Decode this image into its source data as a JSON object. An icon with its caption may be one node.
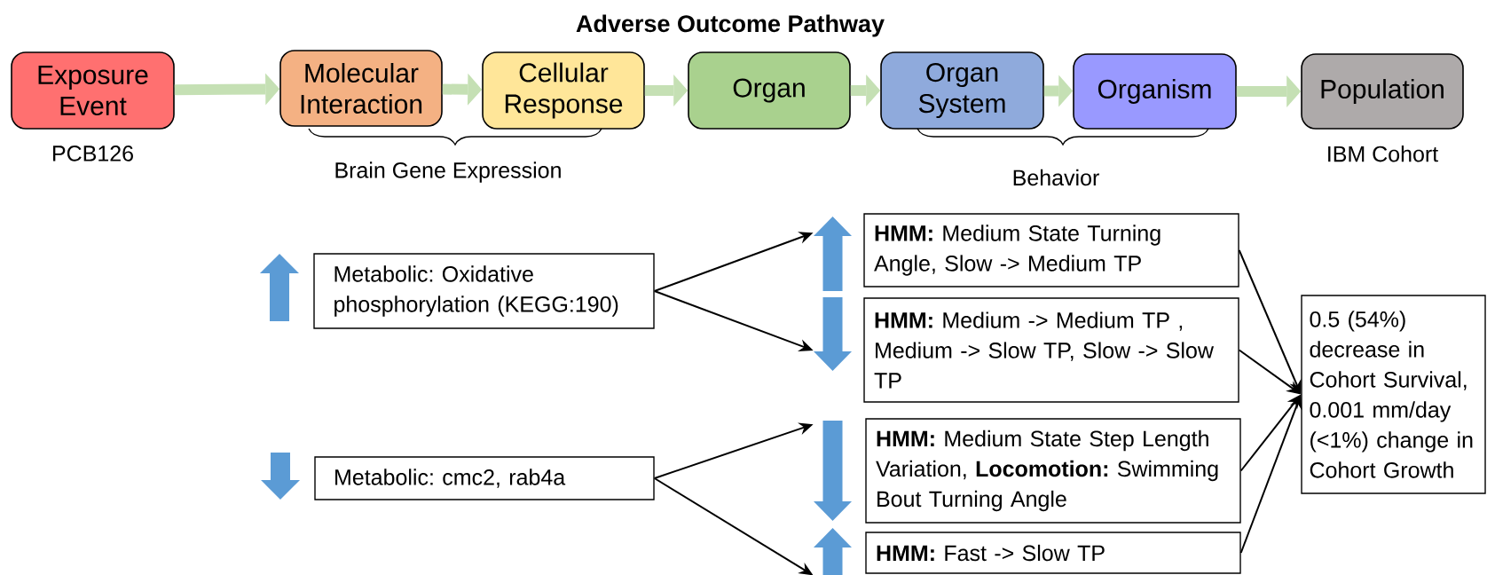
{
  "diagram": {
    "title": "Adverse Outcome Pathway",
    "nodes": [
      {
        "text": [
          "Exposure Event"
        ],
        "beside": [
          "PCB126"
        ]
      },
      {
        "text": [
          "Molecular Interaction"
        ]
      },
      {
        "text": [
          "Cellular Response"
        ]
      },
      {
        "text": [
          "Organ"
        ]
      },
      {
        "text": [
          "Organ System"
        ]
      },
      {
        "text": [
          "Organism"
        ]
      },
      {
        "text": [
          "Population"
        ],
        "beside": [
          "IBM Cohort"
        ]
      },
      {
        "text": [],
        "shape": "arrow"
      },
      {
        "text": [
          "Metabolic: Oxidative phosphorylation (KEGG:190)"
        ]
      },
      {
        "text": [],
        "shape": "arrow"
      },
      {
        "text": [
          "Metabolic: cmc2, rab4a"
        ]
      },
      {
        "text": [],
        "shape": "arrow"
      },
      {
        "text": [
          "**HMM:** Medium State Turning Angle, Slow -> Medium TP"
        ]
      },
      {
        "text": [],
        "shape": "arrow"
      },
      {
        "text": [
          "**HMM:** Medium -> Medium TP , Medium -> Slow TP, Slow -> Slow TP"
        ]
      },
      {
        "text": [],
        "shape": "arrow"
      },
      {
        "text": [
          "**HMM:** Medium State Step Length Variation, **Locomotion:** Swimming Bout Turning Angle"
        ]
      },
      {
        "text": [],
        "shape": "arrow"
      },
      {
        "text": [
          "**HMM:** Fast -> Slow TP"
        ]
      },
      {
        "text": [
          "0.5 (54%) decrease in Cohort Survival, 0.001 mm/day (<1%) change in Cohort Growth"
        ]
      }
    ],
    "edges": [
      {
        "from": 0,
        "to": 1,
        "arrow": "to",
        "style": "thick",
        "color": "#c5e0b4"
      },
      {
        "from": 1,
        "to": 2,
        "arrow": "to",
        "style": "thick",
        "color": "#c5e0b4"
      },
      {
        "from": 2,
        "to": 3,
        "arrow": "to",
        "style": "thick",
        "color": "#c5e0b4"
      },
      {
        "from": 3,
        "to": 4,
        "arrow": "to",
        "style": "thick",
        "color": "#c5e0b4"
      },
      {
        "from": 4,
        "to": 5,
        "arrow": "to",
        "style": "thick",
        "color": "#c5e0b4"
      },
      {
        "from": 5,
        "to": 6,
        "arrow": "to",
        "style": "thick",
        "color": "#c5e0b4"
      },
      {
        "from": 8,
        "to": 11,
        "arrow": "to"
      },
      {
        "from": 8,
        "to": 13,
        "arrow": "to"
      },
      {
        "from": 10,
        "to": 15,
        "arrow": "to"
      },
      {
        "from": 10,
        "to": 17,
        "arrow": "to"
      },
      {
        "from": 12,
        "to": 19,
        "arrow": "to"
      },
      {
        "from": 14,
        "to": 19,
        "arrow": "to"
      },
      {
        "from": 16,
        "to": 19,
        "arrow": "to"
      },
      {
        "from": 18,
        "to": 19,
        "arrow": "to"
      }
    ],
    "labels": [
      "Brain Gene Expression",
      "Behavior"
    ]
  }
}
